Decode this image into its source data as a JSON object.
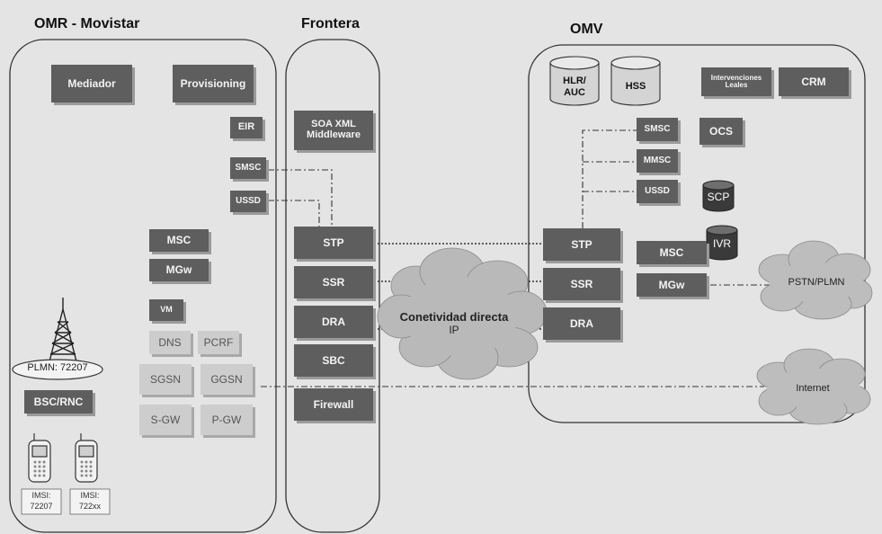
{
  "sections": {
    "omr": "OMR - Movistar",
    "frontera": "Frontera",
    "omv": "OMV"
  },
  "omr": {
    "mediador": "Mediador",
    "provisioning": "Provisioning",
    "eir": "EIR",
    "smsc": "SMSC",
    "ussd": "USSD",
    "msc": "MSC",
    "mgw": "MGw",
    "vm": "VM",
    "dns": "DNS",
    "pcrf": "PCRF",
    "sgsn": "SGSN",
    "ggsn": "GGSN",
    "sgw": "S-GW",
    "pgw": "P-GW",
    "plmn": "PLMN: 72207",
    "bsc": "BSC/RNC",
    "phone1_line1": "IMSI:",
    "phone1_line2": "72207",
    "phone2_line1": "IMSI:",
    "phone2_line2": "722xx"
  },
  "frontera": {
    "soa_line1": "SOA XML",
    "soa_line2": "Middleware",
    "stp": "STP",
    "ssr": "SSR",
    "dra": "DRA",
    "sbc": "SBC",
    "firewall": "Firewall"
  },
  "cloud": {
    "line1": "Conetividad directa",
    "line2": "IP"
  },
  "omv": {
    "hlr_line1": "HLR/",
    "hlr_line2": "AUC",
    "hss": "HSS",
    "interv_line1": "Intervenciones",
    "interv_line2": "Leales",
    "crm": "CRM",
    "smsc": "SMSC",
    "ocs": "OCS",
    "mmsc": "MMSC",
    "ussd": "USSD",
    "scp": "SCP",
    "ivr": "IVR",
    "stp": "STP",
    "msc": "MSC",
    "ssr": "SSR",
    "mgw": "MGw",
    "dra": "DRA"
  },
  "external": {
    "pstn": "PSTN/PLMN",
    "internet": "Internet"
  }
}
